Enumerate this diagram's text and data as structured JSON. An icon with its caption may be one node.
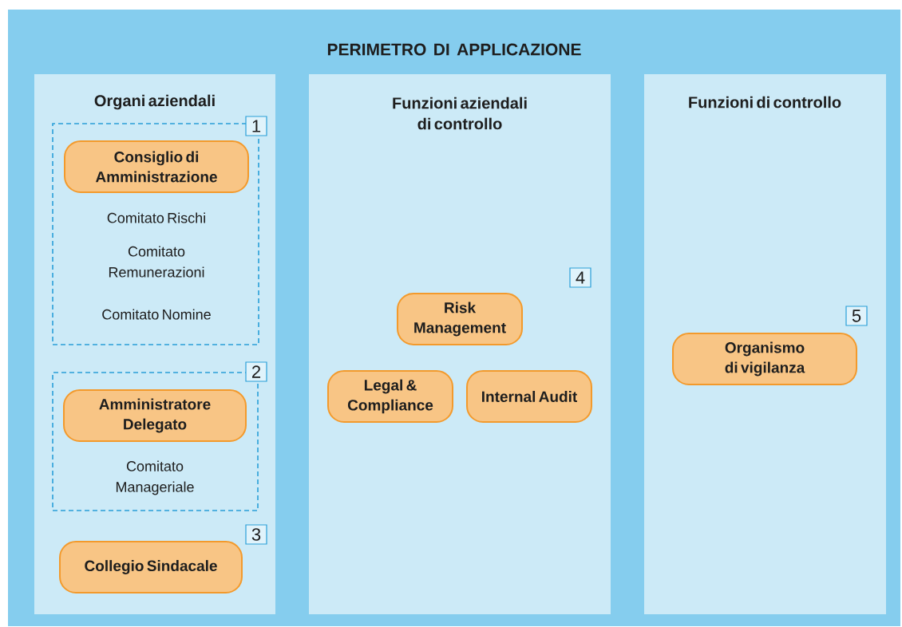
{
  "diagram": {
    "nodes": [
      {
        "text": [
          "PERIMETRO DI APPLICAZIONE"
        ]
      },
      {
        "text": [
          "Organi aziendali"
        ],
        "in": 0
      },
      {
        "text": [],
        "shape": "box",
        "in": 1
      },
      {
        "text": [
          "1"
        ],
        "in": 1
      },
      {
        "text": [
          "Consiglio di Amministrazione"
        ],
        "in": 2
      },
      {
        "text": [],
        "shape": "box",
        "in": 1
      },
      {
        "text": [
          "2"
        ],
        "in": 1
      },
      {
        "text": [
          "Amministratore Delegato"
        ],
        "in": 5
      },
      {
        "text": [
          "3"
        ],
        "in": 1
      },
      {
        "text": [
          "Collegio Sindacale"
        ],
        "in": 1
      },
      {
        "text": [
          "Funzioni aziendali di controllo"
        ],
        "in": 0
      },
      {
        "text": [
          "4"
        ],
        "in": 10
      },
      {
        "text": [
          "Risk Management"
        ],
        "in": 10
      },
      {
        "text": [
          "Legal & Compliance"
        ],
        "in": 10
      },
      {
        "text": [
          "Internal Audit"
        ],
        "in": 10
      },
      {
        "text": [
          "Funzioni di controllo"
        ],
        "in": 0
      },
      {
        "text": [
          "5"
        ],
        "in": 15
      },
      {
        "text": [
          "Organismo di vigilanza"
        ],
        "in": 15
      }
    ],
    "labels": [
      "Comitato Rischi",
      "Comitato Remunerazioni",
      "Comitato Nomine",
      "Comitato Manageriale"
    ]
  }
}
